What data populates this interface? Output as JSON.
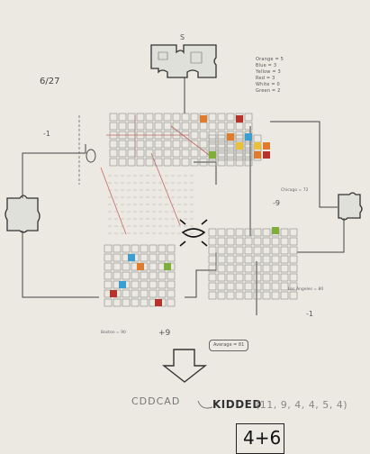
{
  "labels": {
    "date": "6/27",
    "piece_s": "S",
    "average": "Average = 81"
  },
  "legend": [
    "Orange = 5",
    "Blue = 3",
    "Yellow = 3",
    "Red = 3",
    "White = 0",
    "Green = 2"
  ],
  "notes": {
    "a": "Chicago = 72",
    "b": "-9",
    "c": "-1",
    "d": "-1",
    "e": "Los Angeles = 80",
    "f": "Boston = 90",
    "g": "+9"
  },
  "result": {
    "codes": "CDDCAD",
    "word": "KIDDED",
    "sequence": "(11, 9, 4, 4, 5, 4)",
    "score": "4+6"
  },
  "colors": {
    "orange": "#e07b2e",
    "blue": "#3a9fd0",
    "yellow": "#e8c13a",
    "red": "#b8322c",
    "green": "#7fae3a"
  }
}
